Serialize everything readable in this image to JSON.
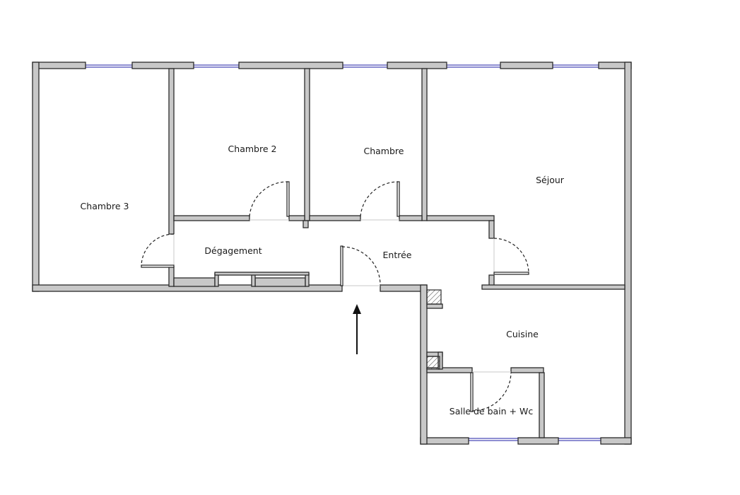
{
  "plan": {
    "colors": {
      "wall_stroke": "#2b2b2b",
      "wall_fill": "#c8c8c8",
      "window": "#4a4ab8",
      "door_swing": "#222222",
      "label": "#1a1a1a",
      "background": "#ffffff"
    },
    "rooms": {
      "chambre3": "Chambre 3",
      "chambre2": "Chambre 2",
      "chambre": "Chambre",
      "sejour": "Séjour",
      "degagement": "Dégagement",
      "entree": "Entrée",
      "cuisine": "Cuisine",
      "sdb": "Salle de bain + Wc"
    },
    "icons": {
      "entry": "entry-arrow-icon",
      "duct": "hatched-duct-icon"
    }
  }
}
